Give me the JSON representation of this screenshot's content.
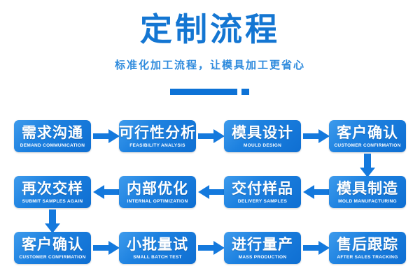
{
  "header": {
    "title": "定制流程",
    "subtitle": "标准化加工流程，让模具加工更省心",
    "accent_color": "#1476d2",
    "subtitle_color": "#2f8bdd",
    "divider_color": "#0d72d6"
  },
  "theme": {
    "node_gradient_light": "#3e9bec",
    "node_gradient_dark": "#0f6fd2",
    "arrow_color": "#1479dd",
    "node_text_color": "#ffffff",
    "background": "#ffffff"
  },
  "flow": {
    "rows": [
      {
        "direction": "left-to-right",
        "nodes": [
          {
            "cn": "需求沟通",
            "en": "DEMAND COMMUNICATION"
          },
          {
            "cn": "可行性分析",
            "en": "FEASIBILITY ANALYSIS"
          },
          {
            "cn": "模具设计",
            "en": "MOULD DESIGN"
          },
          {
            "cn": "客户确认",
            "en": "CUSTOMER CONFIRMATION"
          }
        ]
      },
      {
        "direction": "right-to-left",
        "nodes": [
          {
            "cn": "再次交样",
            "en": "SUBMIT SAMPLES AGAIN"
          },
          {
            "cn": "内部优化",
            "en": "INTERNAL OPTIMIZATION"
          },
          {
            "cn": "交付样品",
            "en": "DELIVERY SAMPLES"
          },
          {
            "cn": "模具制造",
            "en": "MOLD MANUFACTURING"
          }
        ]
      },
      {
        "direction": "left-to-right",
        "nodes": [
          {
            "cn": "客户确认",
            "en": "CUSTOMER CONFIRMATION"
          },
          {
            "cn": "小批量试",
            "en": "SMALL BATCH TEST"
          },
          {
            "cn": "进行量产",
            "en": "MASS PRODUCTION"
          },
          {
            "cn": "售后跟踪",
            "en": "AFTER SALES TRACKING"
          }
        ]
      }
    ],
    "connectors": {
      "row1_to_row2": "arrow-down-right-side",
      "row2_to_row3": "arrow-down-left-side"
    }
  }
}
